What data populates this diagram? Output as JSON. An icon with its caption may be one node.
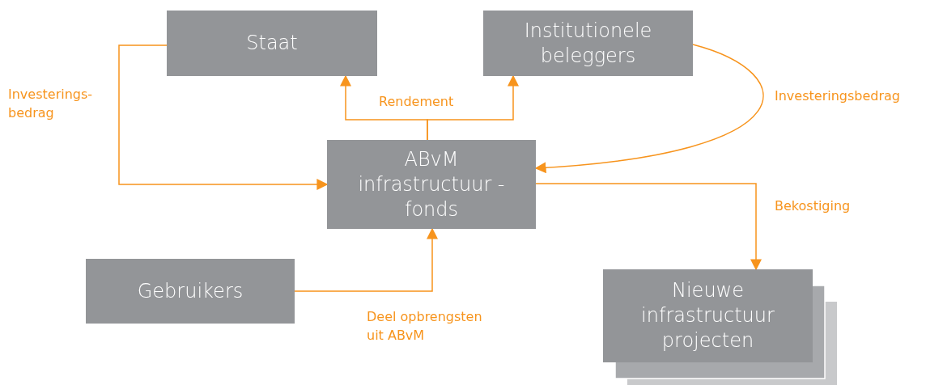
{
  "diagram": {
    "nodes": [
      {
        "text": [
          "Staat"
        ]
      },
      {
        "text": [
          "Institutionele beleggers"
        ]
      },
      {
        "text": [
          "ABvM infrastructuur - fonds"
        ]
      },
      {
        "text": [
          "Gebruikers"
        ]
      },
      {
        "text": [
          "Nieuwe infrastructuur projecten"
        ]
      }
    ],
    "edges": [
      {
        "from": 0,
        "to": 2,
        "arrow": "to",
        "label": "Investerings- bedrag"
      },
      {
        "from": 1,
        "to": 2,
        "arrow": "to",
        "label": "Investeringsbedrag"
      },
      {
        "from": 2,
        "to": 0,
        "arrow": "to",
        "label": "Rendement"
      },
      {
        "from": 2,
        "to": 1,
        "arrow": "to"
      },
      {
        "from": 3,
        "to": 2,
        "arrow": "to",
        "label": "Deel opbrengsten uit ABvM"
      },
      {
        "from": 2,
        "to": 4,
        "arrow": "to",
        "label": "Bekostiging"
      }
    ]
  }
}
